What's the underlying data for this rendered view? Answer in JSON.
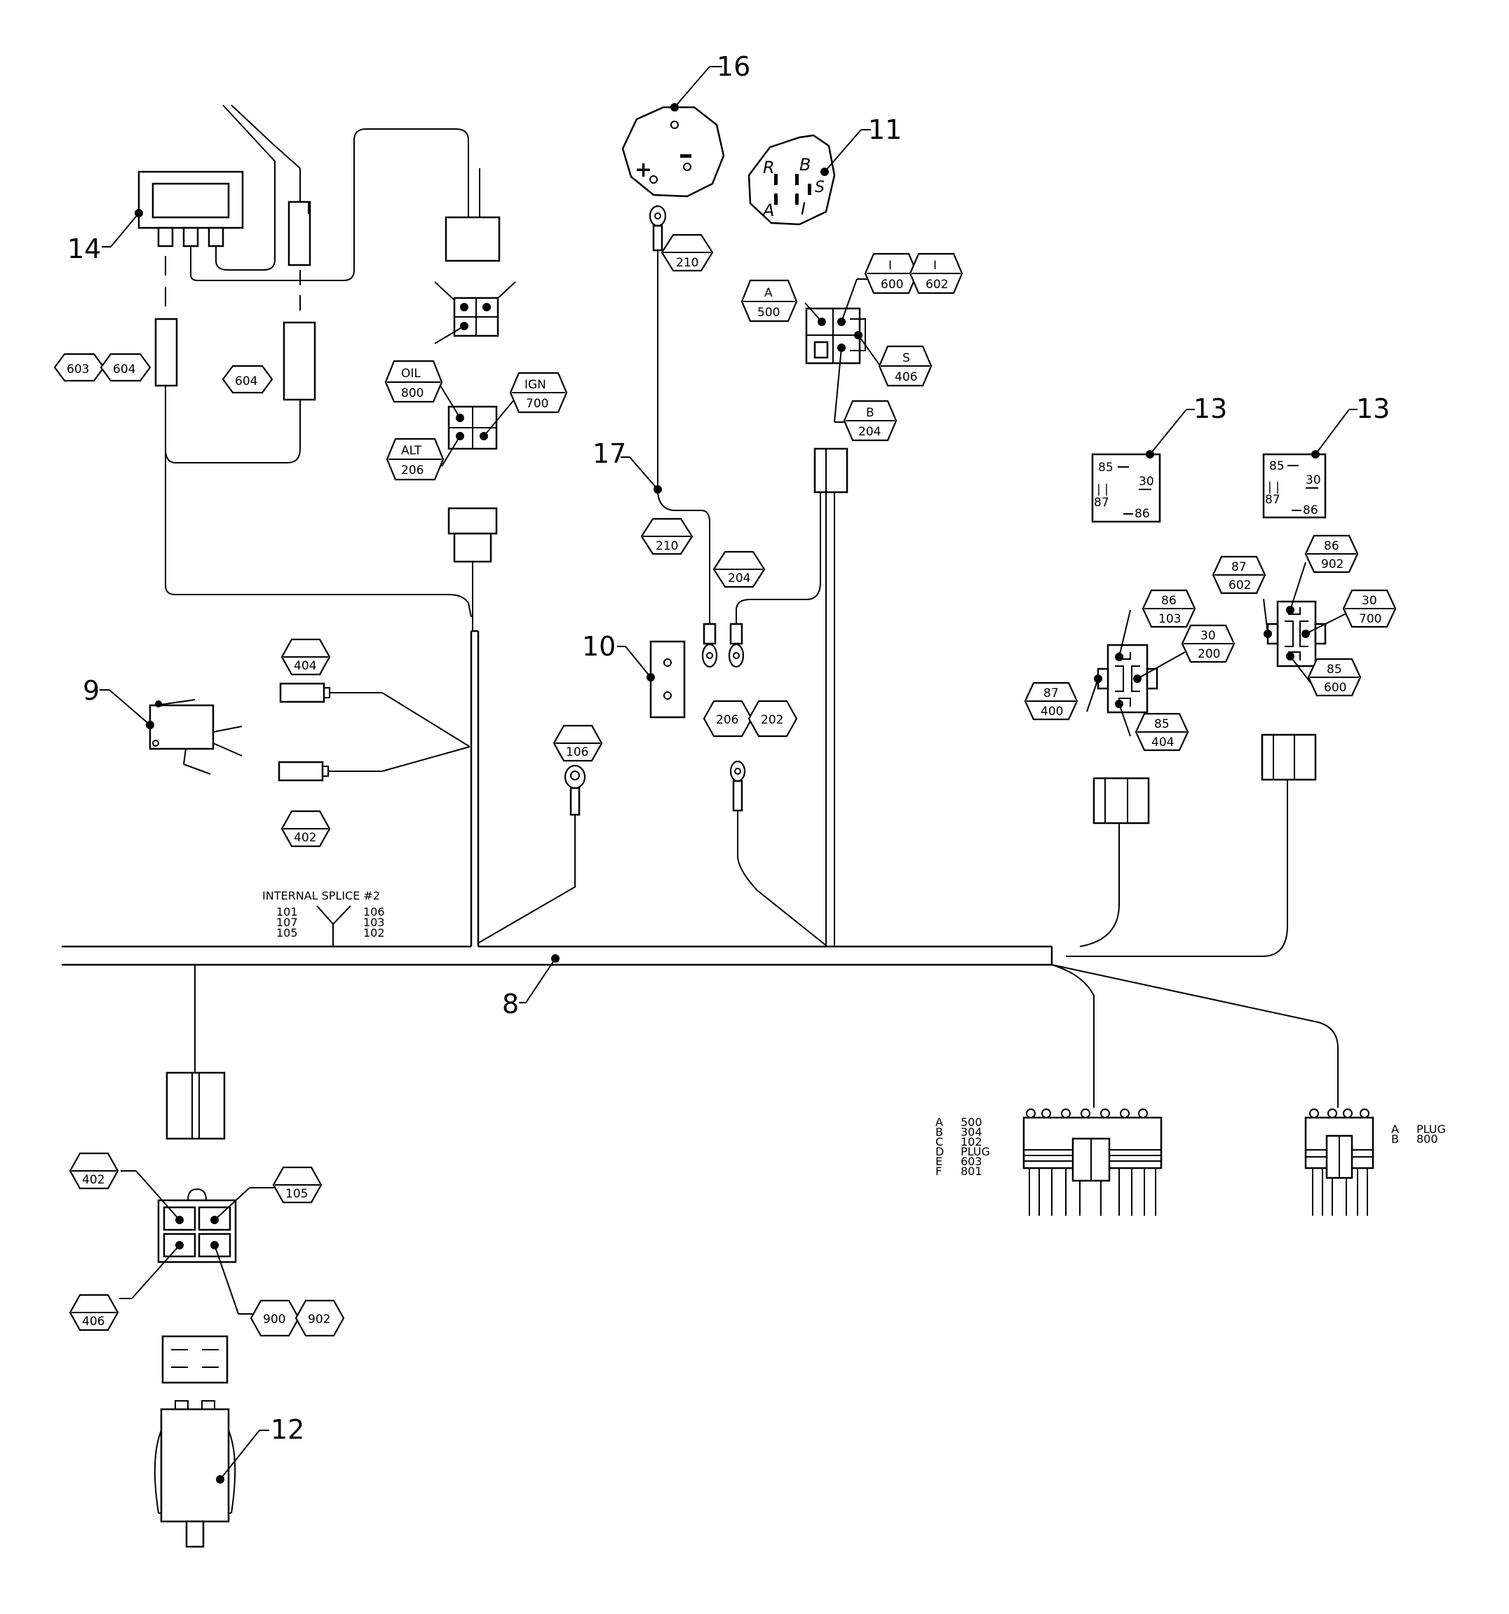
{
  "callouts": {
    "c16": "16",
    "c11": "11",
    "c14": "14",
    "c17": "17",
    "c10": "10",
    "c9": "9",
    "c13a": "13",
    "c13b": "13",
    "c8": "8",
    "c12": "12"
  },
  "tags": {
    "t603a": "603",
    "t604a": "604",
    "t604b": "604",
    "t210a": "210",
    "t210b": "210",
    "tA": "A",
    "t500": "500",
    "tI1": "I",
    "t600": "600",
    "tI2": "I",
    "t602": "602",
    "tS": "S",
    "t406a": "406",
    "tB": "B",
    "t204a": "204",
    "tOIL": "OIL",
    "t800": "800",
    "tIGN": "IGN",
    "t700": "700",
    "tALT": "ALT",
    "t206a": "206",
    "t204b": "204",
    "t206b": "206",
    "t202": "202",
    "t404a": "404",
    "t402a": "402",
    "t106": "106",
    "r1_86": "86",
    "r1_103": "103",
    "r1_30": "30",
    "r1_200": "200",
    "r1_87": "87",
    "r1_400": "400",
    "r1_85": "85",
    "r1_404": "404",
    "r2_87": "87",
    "r2_602": "602",
    "r2_86": "86",
    "r2_902": "902",
    "r2_30": "30",
    "r2_700": "700",
    "r2_85": "85",
    "r2_600": "600",
    "b402": "402",
    "b105": "105",
    "b406": "406",
    "b900": "900",
    "b902": "902"
  },
  "switch_letters": {
    "R": "R",
    "B": "B",
    "S": "S",
    "A": "A",
    "I": "I"
  },
  "relay_face": {
    "p85": "85",
    "p30": "30",
    "p87": "87",
    "p86": "86",
    "bars": "| |"
  },
  "splice": {
    "title": "INTERNAL SPLICE #2",
    "left": [
      "101",
      "107",
      "105"
    ],
    "right": [
      "106",
      "103",
      "102"
    ]
  },
  "plug_left_table": {
    "letters": [
      "A",
      "B",
      "C",
      "D",
      "E",
      "F"
    ],
    "values": [
      "500",
      "304",
      "102",
      "PLUG",
      "603",
      "801"
    ]
  },
  "plug_right_table": {
    "letters": [
      "A",
      "B"
    ],
    "values": [
      "PLUG",
      "800"
    ]
  }
}
